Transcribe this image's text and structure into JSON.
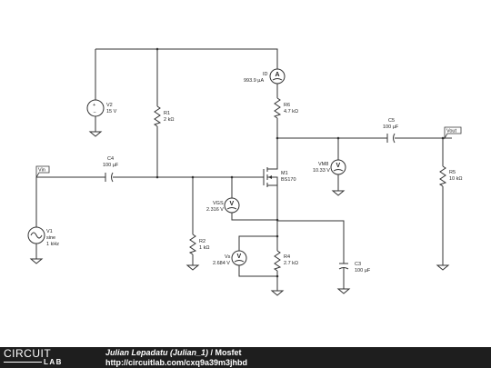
{
  "components": {
    "v1": {
      "name": "V1",
      "type": "sine",
      "freq": "1 kHz"
    },
    "v2": {
      "name": "V2",
      "value": "15 V"
    },
    "r1": {
      "name": "R1",
      "value": "2 kΩ"
    },
    "r2": {
      "name": "R2",
      "value": "1 kΩ"
    },
    "r4": {
      "name": "R4",
      "value": "2.7 kΩ"
    },
    "r5": {
      "name": "R5",
      "value": "10 kΩ"
    },
    "r6": {
      "name": "R6",
      "value": "4.7 kΩ"
    },
    "c3": {
      "name": "C3",
      "value": "100 µF"
    },
    "c4": {
      "name": "C4",
      "value": "100 µF"
    },
    "c5": {
      "name": "C5",
      "value": "100 µF"
    },
    "m1": {
      "name": "M1",
      "model": "BS170"
    }
  },
  "probes": {
    "id": {
      "name": "ID",
      "reading": "993.9 µA",
      "symbol": "A"
    },
    "vgs": {
      "name": "VGS",
      "reading": "2.316 V",
      "symbol": "V"
    },
    "vs": {
      "name": "Vs",
      "reading": "2.684 V",
      "symbol": "V"
    },
    "vm8": {
      "name": "VM8",
      "reading": "10.33 V",
      "symbol": "V"
    }
  },
  "nets": {
    "vin": "Vin",
    "vout": "Vout"
  },
  "source_symbols": {
    "plus": "+",
    "minus": "−"
  },
  "footer": {
    "logo_top": "CIRCUIT",
    "logo_bottom": "LAB",
    "author": "Julian Lepadatu (Julian_1)",
    "separator": " / ",
    "circuit_name": "Mosfet",
    "url": "http://circuitlab.com/cxq9a39m3jhbd"
  }
}
